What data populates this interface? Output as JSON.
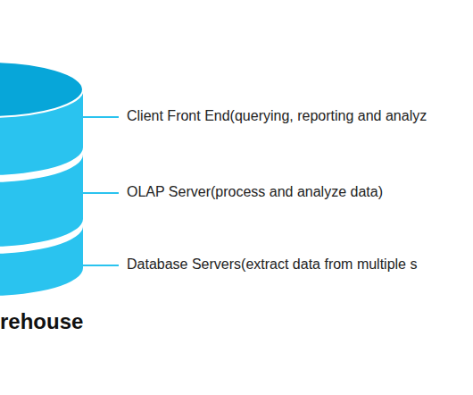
{
  "diagram": {
    "labels": [
      "Client Front End(querying, reporting and analyz",
      "OLAP Server(process and analyze data)",
      "Database Servers(extract data from multiple s",
      "rehouse"
    ]
  }
}
